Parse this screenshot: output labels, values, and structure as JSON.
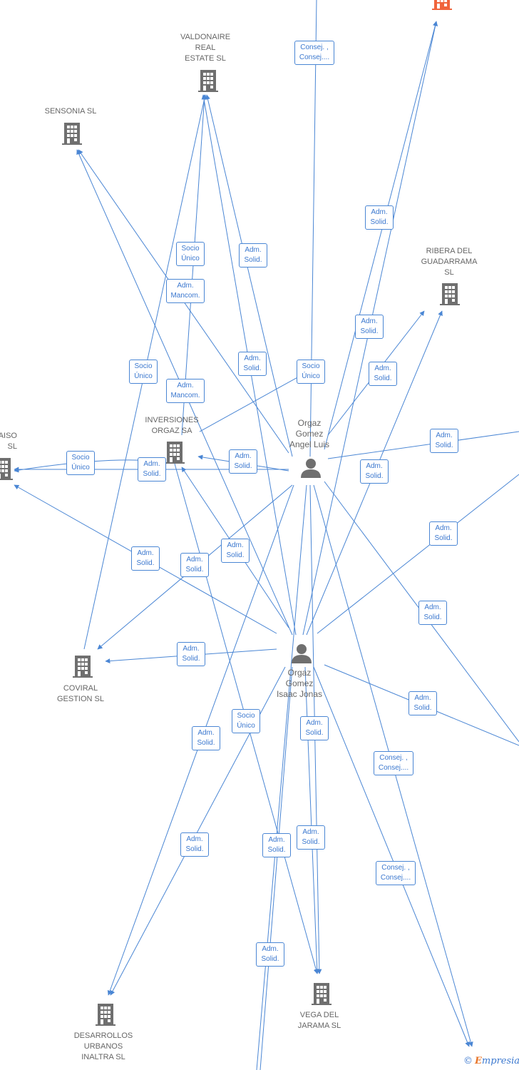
{
  "colors": {
    "edge": "#4a86d4",
    "icon": "#6f6f6f",
    "highlight": "#f0643c",
    "text": "#666666"
  },
  "companies": [
    {
      "id": "valdonaire",
      "label": "VALDONAIRE\nREAL\nESTATE  SL",
      "icon": "building-icon"
    },
    {
      "id": "sensonia",
      "label": "SENSONIA  SL",
      "icon": "building-icon"
    },
    {
      "id": "ribera",
      "label": "RIBERA DEL\nGUADARRAMA\nSL",
      "icon": "building-icon"
    },
    {
      "id": "inversiones",
      "label": "INVERSIONES\nORGAZ SA",
      "icon": "building-icon"
    },
    {
      "id": "aiso",
      "label": "AISO\nSL",
      "icon": "building-icon"
    },
    {
      "id": "coviral",
      "label": "COVIRAL\nGESTION  SL",
      "icon": "building-icon"
    },
    {
      "id": "vega",
      "label": "VEGA DEL\nJARAMA  SL",
      "icon": "building-icon"
    },
    {
      "id": "desarrollos",
      "label": "DESARROLLOS\nURBANOS\nINALTRA  SL",
      "icon": "building-icon"
    },
    {
      "id": "top_orange",
      "label": "",
      "icon": "building-icon"
    }
  ],
  "persons": [
    {
      "id": "angel",
      "label": "Orgaz\nGomez\nAngel Luis",
      "icon": "person-icon"
    },
    {
      "id": "isaac",
      "label": "Orgaz\nGomez\nIsaac Jonas",
      "icon": "person-icon"
    }
  ],
  "edge_labels": [
    "Consej. ,\nConsej....",
    "Adm.\nSolid.",
    "Socio\nÚnico",
    "Adm.\nSolid.",
    "Adm.\nMancom.",
    "Adm.\nSolid.",
    "Adm.\nSolid.",
    "Socio\nÚnico",
    "Adm.\nSolid.",
    "Socio\nÚnico",
    "Adm.\nMancom.",
    "Adm.\nSolid.",
    "Socio\nÚnico",
    "Adm.\nSolid.",
    "Adm.\nSolid.",
    "Adm.\nSolid.",
    "Adm.\nSolid.",
    "Adm.\nSolid.",
    "Adm.\nSolid.",
    "Adm.\nSolid.",
    "Adm.\nSolid.",
    "Adm.\nSolid.",
    "Adm.\nSolid.",
    "Socio\nÚnico",
    "Adm.\nSolid.",
    "Consej. ,\nConsej....",
    "Adm.\nSolid.",
    "Adm.\nSolid.",
    "Adm.\nSolid.",
    "Consej. ,\nConsej....",
    "Adm.\nSolid."
  ],
  "footer": {
    "copyright": "©",
    "brand_first": "E",
    "brand_rest": "mpresia"
  }
}
